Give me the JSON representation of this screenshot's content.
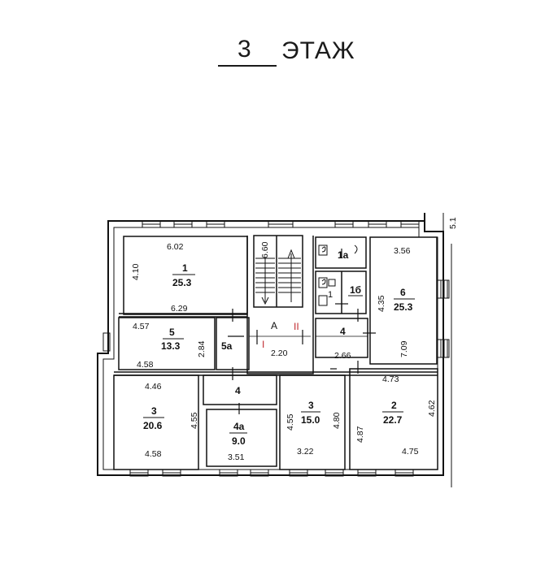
{
  "title": {
    "number": "3",
    "label": "ЭТАЖ"
  },
  "edge_label": "5.1",
  "rooms": {
    "r1": {
      "num": "1",
      "area": "25.3",
      "top": "6.02",
      "left": "4.10",
      "bottom": "6.29"
    },
    "r5": {
      "num": "5",
      "area": "13.3",
      "top": "4.57",
      "right": "2.84",
      "bottom": "4.58"
    },
    "r5a": {
      "num": "5а"
    },
    "stairA": {
      "letter": "A",
      "m1": "I",
      "m2": "II",
      "width": "2.20",
      "height": "6.60"
    },
    "r4c": {
      "num": "4",
      "width": "2.66"
    },
    "r1a": {
      "num": "1а"
    },
    "r1b": {
      "num": "1б"
    },
    "r1s": {
      "num": "1"
    },
    "r6": {
      "num": "6",
      "area": "25.3",
      "top": "3.56",
      "left": "4.35",
      "right": "7.09"
    },
    "r3w": {
      "num": "3",
      "area": "20.6",
      "top": "4.46",
      "right": "4.55",
      "bottom": "4.58"
    },
    "r4": {
      "num": "4"
    },
    "r4a": {
      "num": "4а",
      "area": "9.0",
      "bottom": "3.51"
    },
    "r3m": {
      "num": "3",
      "area": "15.0",
      "left": "4.55",
      "right": "4.80",
      "bottom": "3.22"
    },
    "r2": {
      "num": "2",
      "area": "22.7",
      "top": "4.73",
      "left": "4.87",
      "right": "4.62",
      "bottom": "4.75"
    }
  }
}
